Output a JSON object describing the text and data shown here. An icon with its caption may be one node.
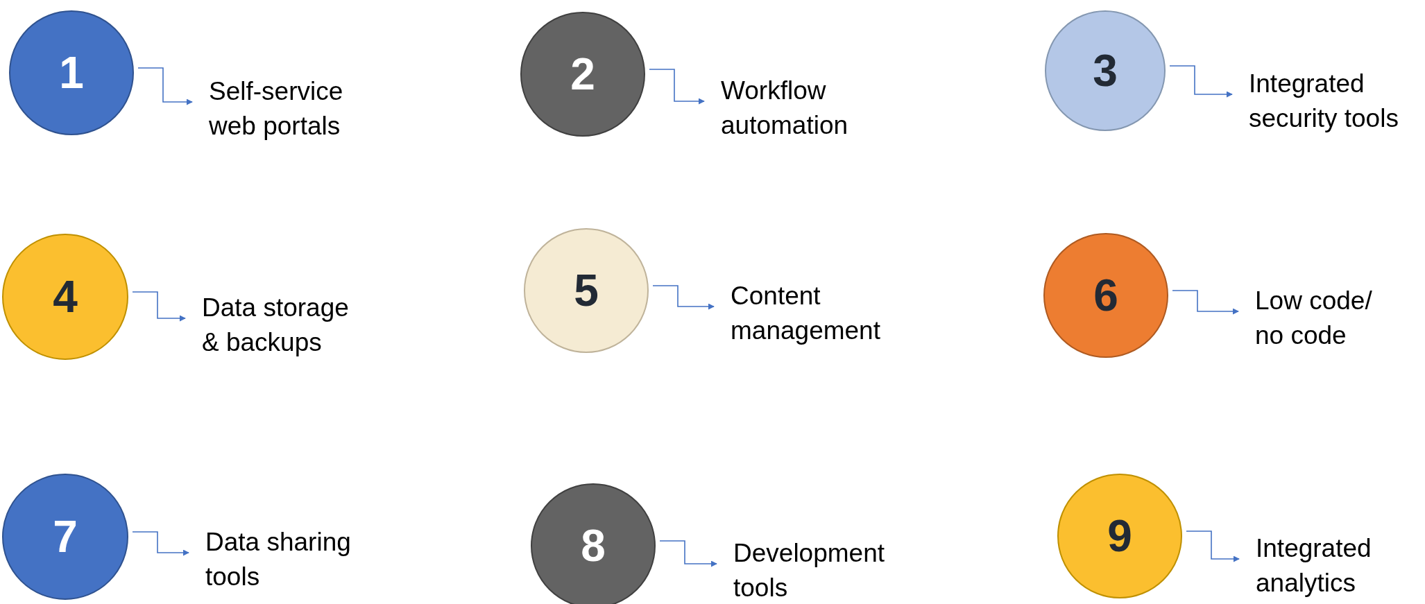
{
  "diagram": {
    "nodes": [
      {
        "text": [
          "1"
        ]
      },
      {
        "text": [
          "Self-service web portals"
        ]
      },
      {
        "text": [
          "2"
        ]
      },
      {
        "text": [
          "Workflow automation"
        ]
      },
      {
        "text": [
          "3"
        ]
      },
      {
        "text": [
          "Integrated security tools"
        ]
      },
      {
        "text": [
          "4"
        ]
      },
      {
        "text": [
          "Data storage & backups"
        ]
      },
      {
        "text": [
          "5"
        ]
      },
      {
        "text": [
          "Content management"
        ]
      },
      {
        "text": [
          "6"
        ]
      },
      {
        "text": [
          "Low code/ no code"
        ]
      },
      {
        "text": [
          "7"
        ]
      },
      {
        "text": [
          "Data sharing tools"
        ]
      },
      {
        "text": [
          "8"
        ]
      },
      {
        "text": [
          "Development tools"
        ]
      },
      {
        "text": [
          "9"
        ]
      },
      {
        "text": [
          "Integrated analytics"
        ]
      }
    ],
    "edges": [
      {
        "from": 0,
        "to": 1,
        "arrow": "to"
      },
      {
        "from": 2,
        "to": 3,
        "arrow": "to"
      },
      {
        "from": 4,
        "to": 5,
        "arrow": "to"
      },
      {
        "from": 6,
        "to": 7,
        "arrow": "to"
      },
      {
        "from": 8,
        "to": 9,
        "arrow": "to"
      },
      {
        "from": 10,
        "to": 11,
        "arrow": "to"
      },
      {
        "from": 12,
        "to": 13,
        "arrow": "to"
      },
      {
        "from": 14,
        "to": 15,
        "arrow": "to"
      },
      {
        "from": 16,
        "to": 17,
        "arrow": "to"
      }
    ]
  }
}
